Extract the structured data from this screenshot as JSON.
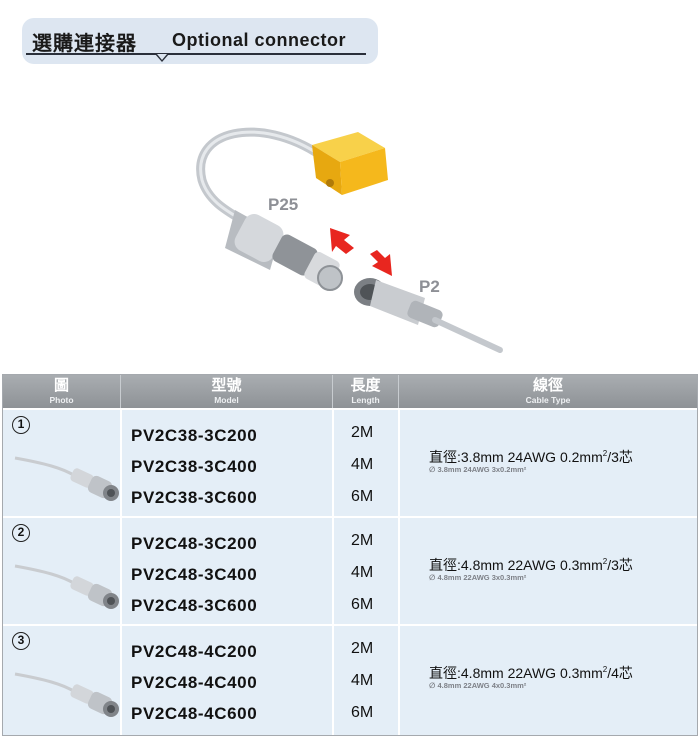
{
  "header": {
    "title_zh": "選購連接器",
    "title_en": "Optional connector"
  },
  "hero": {
    "label_p25": "P25",
    "label_p2": "P2",
    "colors": {
      "sensor": "#f5b81c",
      "cable": "#cfd3d8",
      "arrow": "#e8261f"
    }
  },
  "table": {
    "headers": [
      {
        "zh": "圖",
        "en": "Photo"
      },
      {
        "zh": "型號",
        "en": "Model"
      },
      {
        "zh": "長度",
        "en": "Length"
      },
      {
        "zh": "線徑",
        "en": "Cable Type"
      }
    ],
    "rows": [
      {
        "num": "1",
        "models": [
          "PV2C38-3C200",
          "PV2C38-3C400",
          "PV2C38-3C600"
        ],
        "lengths": [
          "2M",
          "4M",
          "6M"
        ],
        "cable_main": "直徑:3.8mm  24AWG  0.2mm",
        "cable_sup": "2",
        "cable_tail": "/3芯",
        "cable_sub": "∅ 3.8mm 24AWG 3x0.2mm²"
      },
      {
        "num": "2",
        "models": [
          "PV2C48-3C200",
          "PV2C48-3C400",
          "PV2C48-3C600"
        ],
        "lengths": [
          "2M",
          "4M",
          "6M"
        ],
        "cable_main": "直徑:4.8mm  22AWG  0.3mm",
        "cable_sup": "2",
        "cable_tail": "/3芯",
        "cable_sub": "∅ 4.8mm 22AWG 3x0.3mm²"
      },
      {
        "num": "3",
        "models": [
          "PV2C48-4C200",
          "PV2C48-4C400",
          "PV2C48-4C600"
        ],
        "lengths": [
          "2M",
          "4M",
          "6M"
        ],
        "cable_main": "直徑:4.8mm  22AWG  0.3mm",
        "cable_sup": "2",
        "cable_tail": "/4芯",
        "cable_sub": "∅ 4.8mm 22AWG 4x0.3mm²"
      }
    ]
  }
}
